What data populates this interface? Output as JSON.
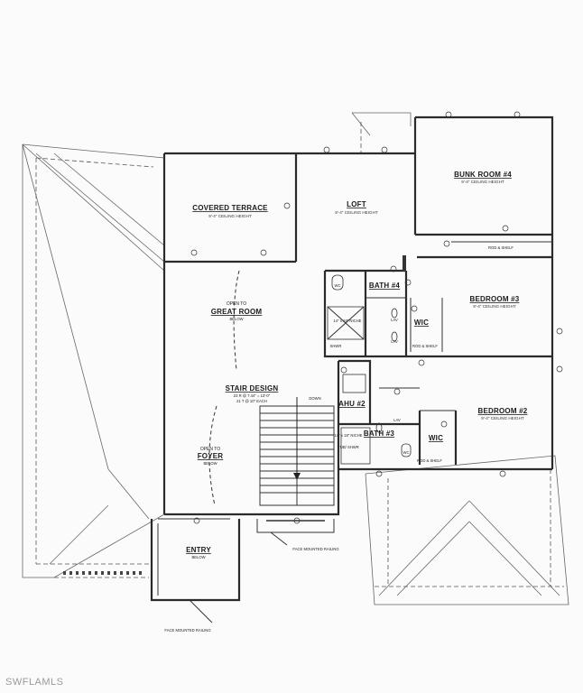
{
  "rooms": {
    "covered_terrace": {
      "title": "COVERED TERRACE",
      "ceiling": "9'-4\" CEILING HEIGHT"
    },
    "loft": {
      "title": "LOFT",
      "ceiling": "9'-4\" CEILING HEIGHT"
    },
    "bunk_room": {
      "title": "BUNK ROOM #4",
      "ceiling": "9'-4\" CEILING HEIGHT"
    },
    "great_room": {
      "line1": "OPEN TO",
      "title": "GREAT ROOM",
      "line3": "BELOW"
    },
    "bath4": {
      "title": "BATH #4"
    },
    "bedroom3": {
      "title": "BEDROOM #3",
      "ceiling": "9'-4\" CEILING HEIGHT"
    },
    "stair": {
      "title": "STAIR DESIGN",
      "line2": "23 R @ 7.44\" = 13'-0\"",
      "line3": "21 T @ 10\" EACH"
    },
    "bedroom2": {
      "title": "BEDROOM #2",
      "ceiling": "9'-4\" CEILING HEIGHT"
    },
    "foyer": {
      "line1": "OPEN TO",
      "title": "FOYER",
      "line3": "BELOW"
    },
    "bath3": {
      "title": "BATH #3"
    },
    "entry": {
      "title": "ENTRY",
      "line2": "BELOW"
    }
  },
  "labels": {
    "rod_shelf": "ROD & SHELF",
    "wic": "WIC",
    "lav": "LAV",
    "wc": "WC",
    "shwr": "SHWR",
    "niche": "14\" x 18\" NICHE",
    "tub_shwr": "TUB/ SHWR",
    "ahu": "AHU #2",
    "down": "DOWN",
    "face_mounted_railing": "FACE MOUNTED RAILING"
  },
  "watermark": "SWFLAMLS"
}
